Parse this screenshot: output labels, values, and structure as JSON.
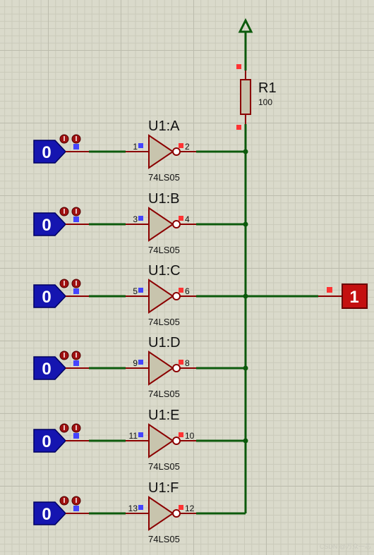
{
  "power_terminal": {
    "name": "power-arrow-icon"
  },
  "resistor": {
    "ref": "R1",
    "value": "100"
  },
  "gates": [
    {
      "ref": "U1:A",
      "part": "74LS05",
      "pin_in": "1",
      "pin_out": "2",
      "input_state": "0"
    },
    {
      "ref": "U1:B",
      "part": "74LS05",
      "pin_in": "3",
      "pin_out": "4",
      "input_state": "0"
    },
    {
      "ref": "U1:C",
      "part": "74LS05",
      "pin_in": "5",
      "pin_out": "6",
      "input_state": "0"
    },
    {
      "ref": "U1:D",
      "part": "74LS05",
      "pin_in": "9",
      "pin_out": "8",
      "input_state": "0"
    },
    {
      "ref": "U1:E",
      "part": "74LS05",
      "pin_in": "11",
      "pin_out": "10",
      "input_state": "0"
    },
    {
      "ref": "U1:F",
      "part": "74LS05",
      "pin_in": "13",
      "pin_out": "12",
      "input_state": "0"
    }
  ],
  "output_probe": {
    "state": "1"
  },
  "watermark": "CSDN @万众一芯",
  "colors": {
    "wire": "#0c5a0c",
    "pin": "#8b0000",
    "logic_low": "#1515b0",
    "logic_high": "#c41010",
    "gate_fill": "#c8c4ad",
    "marker_in": "#4444ff",
    "marker_out": "#ff3333"
  }
}
